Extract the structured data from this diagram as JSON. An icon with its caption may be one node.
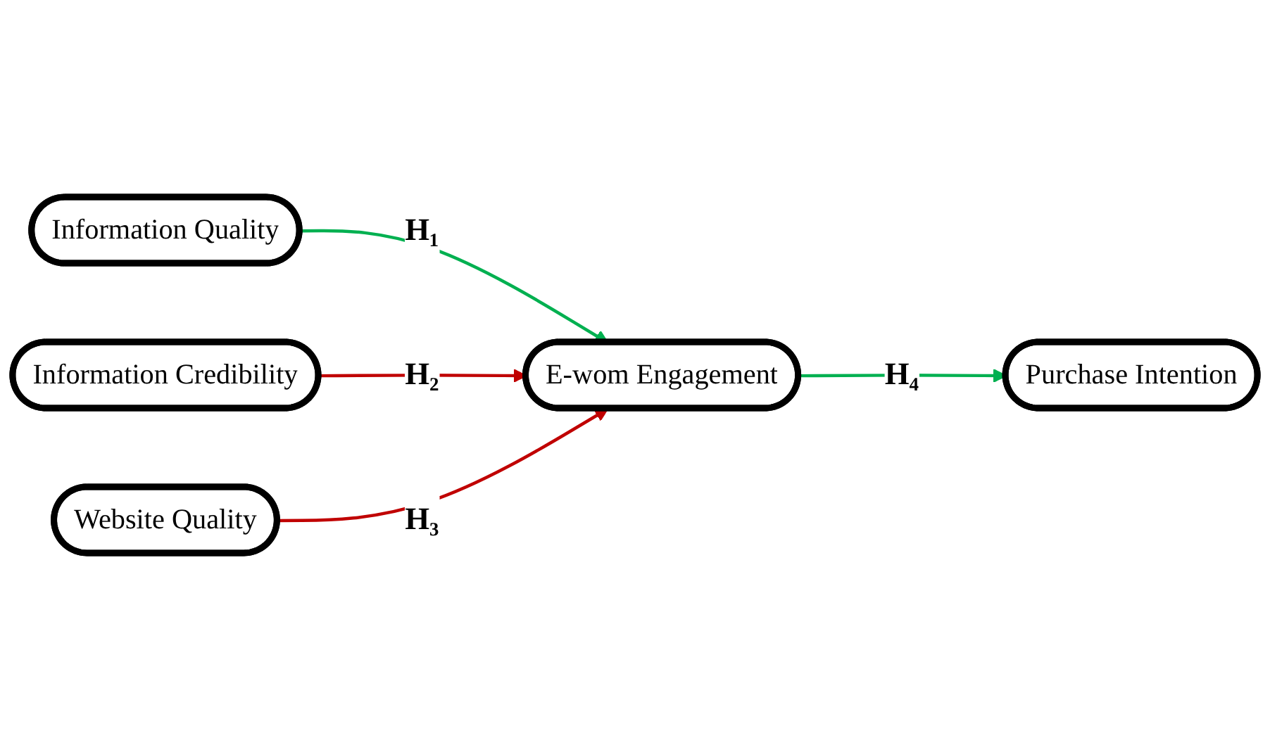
{
  "diagram": {
    "nodes": [
      {
        "text": [
          "Information Quality"
        ]
      },
      {
        "text": [
          "Information Credibility"
        ]
      },
      {
        "text": [
          "Website Quality"
        ]
      },
      {
        "text": [
          "E-wom Engagement"
        ]
      },
      {
        "text": [
          "Purchase Intention"
        ]
      }
    ],
    "edges": [
      {
        "from": 0,
        "to": 3,
        "arrow": "to",
        "label": "H₁",
        "color": "#00b050"
      },
      {
        "from": 1,
        "to": 3,
        "arrow": "to",
        "label": "H₂",
        "color": "#c00000"
      },
      {
        "from": 2,
        "to": 3,
        "arrow": "to",
        "label": "H₃",
        "color": "#c00000"
      },
      {
        "from": 3,
        "to": 4,
        "arrow": "to",
        "label": "H₄",
        "color": "#00b050"
      }
    ]
  }
}
